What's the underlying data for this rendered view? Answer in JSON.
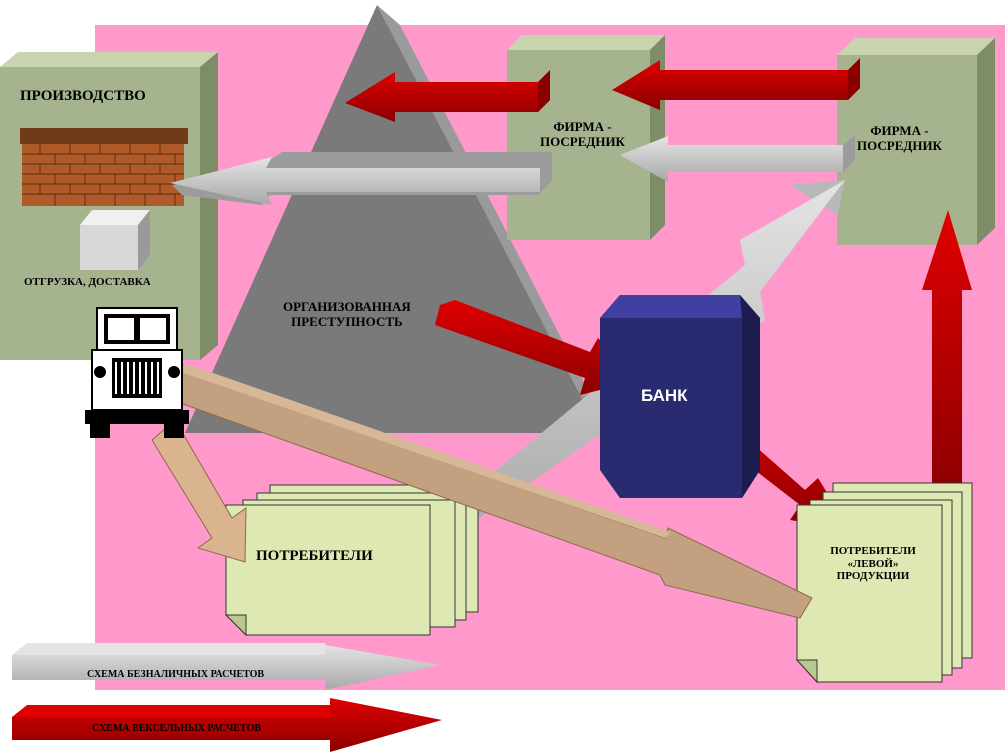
{
  "colors": {
    "background": "#ff99cc",
    "pyramid": "#808080",
    "bank": "#2e2e7a",
    "block": "#a6b38f",
    "consumer": "#dde8b3",
    "arrow_red": "#c80000",
    "arrow_gray": "#c6c6c6",
    "arrow_tan": "#c3a07f"
  },
  "nodes": {
    "production": {
      "label": "ПРОИЗВОДСТВО"
    },
    "shipping": {
      "label": "ОТГРУЗКА, ДОСТАВКА"
    },
    "intermediary_1": {
      "label_line1": "ФИРМА -",
      "label_line2": "ПОСРЕДНИК"
    },
    "intermediary_2": {
      "label_line1": "ФИРМА -",
      "label_line2": "ПОСРЕДНИК"
    },
    "crime": {
      "label_line1": "ОРГАНИЗОВАННАЯ",
      "label_line2": "ПРЕСТУПНОСТЬ"
    },
    "bank": {
      "label": "БАНК"
    },
    "consumers": {
      "label": "ПОТРЕБИТЕЛИ"
    },
    "illegal_consumers": {
      "label_line1": "ПОТРЕБИТЕЛИ",
      "label_line2": "«ЛЕВОЙ»",
      "label_line3": "ПРОДУКЦИИ"
    }
  },
  "legend": {
    "cashless": {
      "label": "СХЕМА БЕЗНАЛИЧНЫХ РАСЧЕТОВ"
    },
    "bills": {
      "label": "СХЕМА ВЕКСЕЛЬНЫХ РАСЧЕТОВ"
    }
  }
}
